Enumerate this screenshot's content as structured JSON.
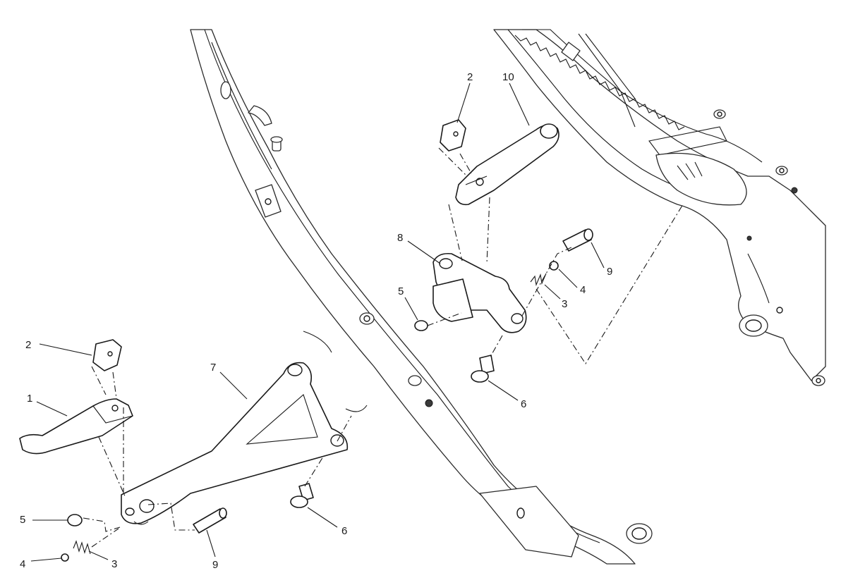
{
  "diagram": {
    "callouts": [
      {
        "id": "c1",
        "label": "1"
      },
      {
        "id": "c2a",
        "label": "2"
      },
      {
        "id": "c2b",
        "label": "2"
      },
      {
        "id": "c3a",
        "label": "3"
      },
      {
        "id": "c3b",
        "label": "3"
      },
      {
        "id": "c4a",
        "label": "4"
      },
      {
        "id": "c4b",
        "label": "4"
      },
      {
        "id": "c5a",
        "label": "5"
      },
      {
        "id": "c5b",
        "label": "5"
      },
      {
        "id": "c6a",
        "label": "6"
      },
      {
        "id": "c6b",
        "label": "6"
      },
      {
        "id": "c7",
        "label": "7"
      },
      {
        "id": "c8",
        "label": "8"
      },
      {
        "id": "c9a",
        "label": "9"
      },
      {
        "id": "c9b",
        "label": "9"
      },
      {
        "id": "c10",
        "label": "10"
      }
    ]
  }
}
